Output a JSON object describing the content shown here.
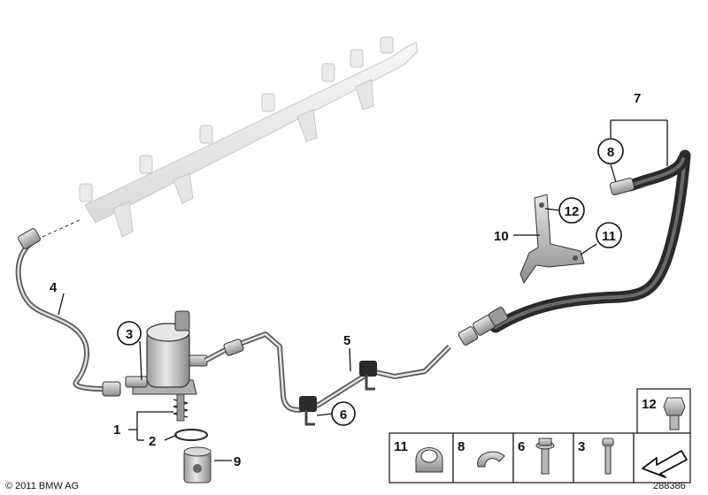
{
  "copyright": "© 2011 BMW AG",
  "diagram_id": "288386",
  "callouts": {
    "c1": "1",
    "c2": "2",
    "c3": "3",
    "c4": "4",
    "c5": "5",
    "c6": "6",
    "c7": "7",
    "c8": "8",
    "c9": "9",
    "c10": "10",
    "c11": "11",
    "c12": "12"
  },
  "legend_cells": {
    "l11": "11",
    "l8": "8",
    "l6": "6",
    "l3": "3",
    "l12": "12"
  }
}
